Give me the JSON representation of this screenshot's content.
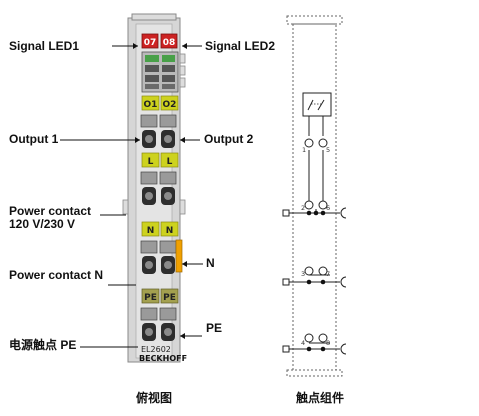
{
  "labels": {
    "signal_led1": "Signal LED1",
    "signal_led2": "Signal LED2",
    "output1": "Output 1",
    "output2": "Output 2",
    "power_contact_line1": "Power contact",
    "power_contact_line2": "120 V/230 V",
    "n_label": "N",
    "power_contact_n": "Power contact N",
    "pe_label": "PE",
    "pe_contact_cn": "电源触点 PE"
  },
  "terminal": {
    "led_left": "07",
    "led_right": "08",
    "row_o1": "O1",
    "row_o2": "O2",
    "row_l": "L",
    "row_n": "N",
    "row_pe": "PE",
    "model": "EL2602",
    "brand": "BECKHOFF"
  },
  "schematic": {
    "contacts": [
      "1",
      "5",
      "2",
      "6",
      "3",
      "7",
      "4",
      "8"
    ]
  },
  "captions": {
    "top_view": "俯视图",
    "contact_assembly": "触点组件"
  },
  "colors": {
    "led_red": "#cc2222",
    "terminal_green": "#cdd21e",
    "pe_olive": "#a3a04f",
    "body_grey": "#d6d6d6",
    "orange_marker": "#f0a000"
  }
}
